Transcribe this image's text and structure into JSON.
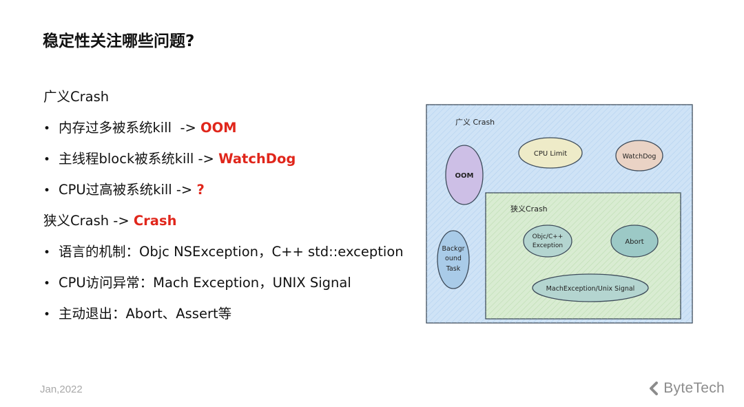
{
  "slide": {
    "title": "稳定性关注哪些问题?",
    "sections": [
      {
        "type": "heading",
        "text": "广义Crash",
        "accent": ""
      },
      {
        "type": "bullet",
        "text": "内存过多被系统kill  -> ",
        "accent": "OOM"
      },
      {
        "type": "bullet",
        "text": "主线程block被系统kill -> ",
        "accent": "WatchDog"
      },
      {
        "type": "bullet",
        "text": "CPU过高被系统kill -> ",
        "accent": "?"
      },
      {
        "type": "heading",
        "text": "狭义Crash -> ",
        "accent": "Crash"
      },
      {
        "type": "bullet",
        "text": "语言的机制：Objc NSException，C++ std::exception",
        "accent": ""
      },
      {
        "type": "bullet",
        "text": "CPU访问异常：Mach Exception，UNIX Signal",
        "accent": ""
      },
      {
        "type": "bullet",
        "text": "主动退出：Abort、Assert等",
        "accent": ""
      }
    ],
    "bullet_glyph": "•"
  },
  "diagram": {
    "outer_label": "广义 Crash",
    "inner_label": "狭义Crash",
    "nodes": {
      "oom": "OOM",
      "cpu_limit": "CPU Limit",
      "watchdog": "WatchDog",
      "background_task": [
        "Backgr",
        "ound",
        "Task"
      ],
      "objc_cpp": [
        "Objc/C++",
        "Exception"
      ],
      "abort": "Abort",
      "mach_unix": "MachException/Unix Signal"
    },
    "colors": {
      "outer_fill": "#cfe3f6",
      "inner_fill": "#d9ecd2",
      "oom_fill": "#cdbfe6",
      "cpu_limit_fill": "#eeebc8",
      "watchdog_fill": "#ead3c5",
      "background_fill": "#a9cbe8",
      "teal_fill": "#b4d5d0",
      "abort_fill": "#9cc9c6"
    }
  },
  "footer": {
    "date": "Jan,2022",
    "logo": "ByteTech"
  }
}
